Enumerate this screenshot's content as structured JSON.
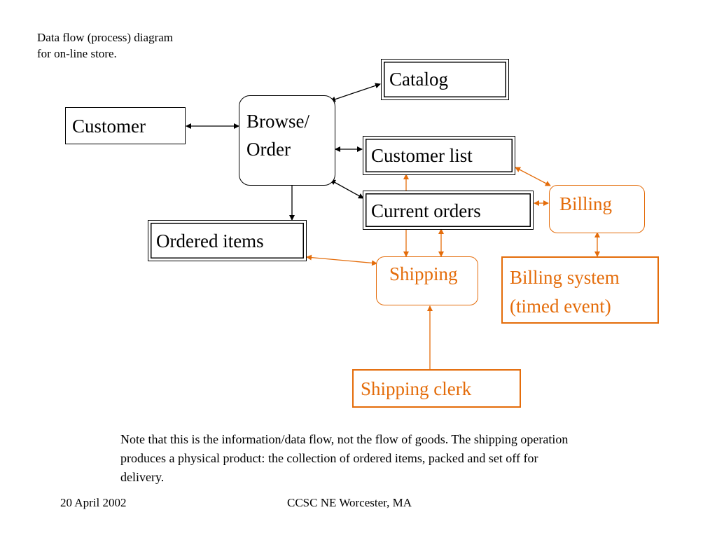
{
  "caption": "Data flow (process) diagram for on-line store.",
  "nodes": {
    "customer": "Customer",
    "browse_order": [
      "Browse/",
      "Order"
    ],
    "catalog": "Catalog",
    "customer_list": "Customer list",
    "current_orders": "Current orders",
    "ordered_items": "Ordered items",
    "billing": "Billing",
    "shipping": "Shipping",
    "billing_system": [
      "Billing system",
      "(timed event)"
    ],
    "shipping_clerk": "Shipping clerk"
  },
  "note": "Note that this is the information/data flow, not the flow of goods.  The shipping operation produces a physical product: the collection of ordered items, packed and set off for delivery.",
  "footer": {
    "date": "20 April 2002",
    "venue": "CCSC NE Worcester, MA"
  },
  "colors": {
    "black": "#000000",
    "orange": "#e46c0a"
  }
}
